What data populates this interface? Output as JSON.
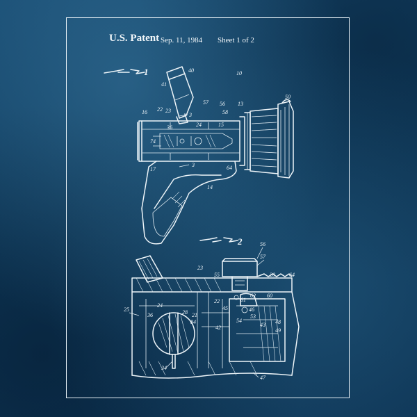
{
  "header": {
    "patent": "U.S. Patent",
    "date": "Sep. 11, 1984",
    "sheet": "Sheet 1 of 2"
  },
  "figures": {
    "fig1_number": "1",
    "fig2_number": "2"
  },
  "ref_numerals": {
    "n10": "10",
    "n40": "40",
    "n41": "41",
    "n56": "56",
    "n57": "57",
    "n58": "58",
    "n13": "13",
    "n50": "50",
    "n16": "16",
    "n22": "22",
    "n23": "23",
    "n36": "36",
    "n24": "24",
    "n15": "15",
    "n74": "74",
    "n17": "17",
    "n64": "64",
    "n14": "14",
    "n3": "3",
    "n3b": "3",
    "f2_56": "56",
    "f2_57": "57",
    "f2_23": "23",
    "f2_55": "55",
    "f2_20": "20",
    "f2_64": "64",
    "f2_25": "25",
    "f2_24": "24",
    "f2_36": "36",
    "f2_28": "28",
    "f2_21": "21",
    "f2_84": "84",
    "f2_22": "22",
    "f2_45": "45",
    "f2_61": "61",
    "f2_62": "62",
    "f2_60": "60",
    "f2_54": "54",
    "f2_53": "53",
    "f2_46": "46",
    "f2_42": "42",
    "f2_43": "43",
    "f2_48": "48",
    "f2_49": "49",
    "f2_34": "34",
    "f2_47": "47"
  },
  "colors": {
    "background": "#0f3b5e",
    "line": "#eef5f9"
  }
}
